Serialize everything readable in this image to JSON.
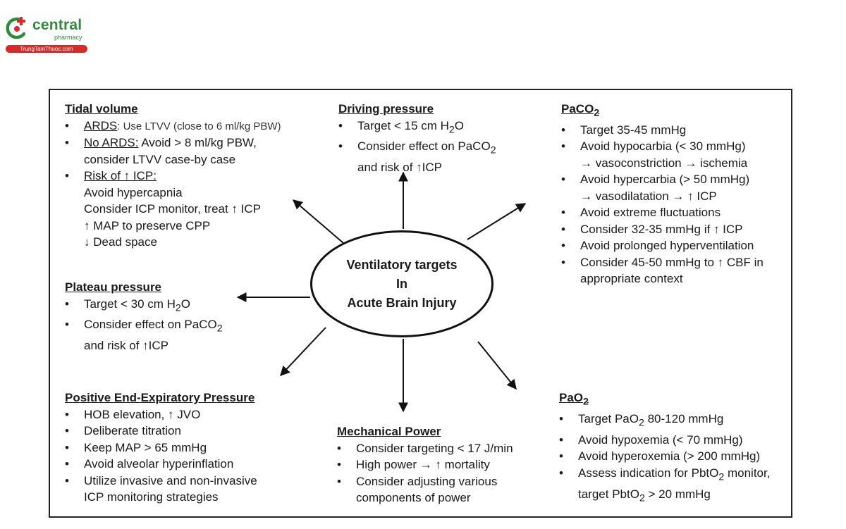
{
  "logo": {
    "name": "central",
    "sub": "pharmacy",
    "url_text": "TrungTamThuoc.com",
    "colors": {
      "green": "#2e8b3a",
      "red": "#d92a2a"
    }
  },
  "center": {
    "line1": "Ventilatory targets",
    "line2": "In",
    "line3": "Acute Brain Injury"
  },
  "tidal": {
    "heading": "Tidal volume",
    "b1_label": "ARDS",
    "b1_text": ": Use LTVV (close to 6 ml/kg PBW)",
    "b2_label": "No ARDS:",
    "b2_text": " Avoid > 8 ml/kg PBW,",
    "b2_line2": "consider LTVV case-by case",
    "b3_label": "Risk of ↑ ICP:",
    "b3_line2": "Avoid hypercapnia",
    "b3_line3": "Consider ICP monitor, treat ↑ ICP",
    "b3_line4": "↑ MAP to preserve CPP",
    "b3_line5": "↓ Dead space"
  },
  "driving": {
    "heading": "Driving pressure",
    "b1": "Target < 15 cm H",
    "b1_sub": "2",
    "b1_end": "O",
    "b2": "Consider effect on PaCO",
    "b2_sub": "2",
    "b2_line2": "and risk of ↑ICP"
  },
  "paco2": {
    "heading": "PaCO",
    "heading_sub": "2",
    "b1": "Target 35-45 mmHg",
    "b2": "Avoid hypocarbia (< 30 mmHg)",
    "b2_line2": "→ vasoconstriction → ischemia",
    "b3": "Avoid hypercarbia (> 50 mmHg)",
    "b3_line2": "→ vasodilatation → ↑ ICP",
    "b4": "Avoid extreme fluctuations",
    "b5": "Consider 32-35 mmHg if ↑ ICP",
    "b6": "Avoid prolonged hyperventilation",
    "b7": "Consider 45-50 mmHg to ↑ CBF in",
    "b7_line2": "appropriate context"
  },
  "plateau": {
    "heading": "Plateau pressure",
    "b1": "Target < 30 cm H",
    "b1_sub": "2",
    "b1_end": "O",
    "b2": "Consider effect on PaCO",
    "b2_sub": "2",
    "b2_line2": "and risk of ↑ICP"
  },
  "peep": {
    "heading": "Positive End-Expiratory Pressure",
    "b1": "HOB elevation, ↑ JVO",
    "b2": "Deliberate titration",
    "b3": "Keep MAP > 65 mmHg",
    "b4": "Avoid alveolar hyperinflation",
    "b5": "Utilize invasive and non-invasive",
    "b5_line2": "ICP monitoring strategies"
  },
  "power": {
    "heading": "Mechanical Power",
    "b1": "Consider targeting < 17 J/min",
    "b2": "High power  → ↑ mortality",
    "b3": "Consider adjusting various",
    "b3_line2": "components of power"
  },
  "pao2": {
    "heading": "PaO",
    "heading_sub": "2",
    "b1": "Target PaO",
    "b1_sub": "2",
    "b1_end": " 80-120 mmHg",
    "b2": "Avoid hypoxemia (< 70 mmHg)",
    "b3": "Avoid hyperoxemia (> 200 mmHg)",
    "b4": "Assess indication for PbtO",
    "b4_sub": "2",
    "b4_end": " monitor,",
    "b4_line2": "target PbtO",
    "b4_line2_sub": "2",
    "b4_line2_end": " > 20 mmHg"
  }
}
